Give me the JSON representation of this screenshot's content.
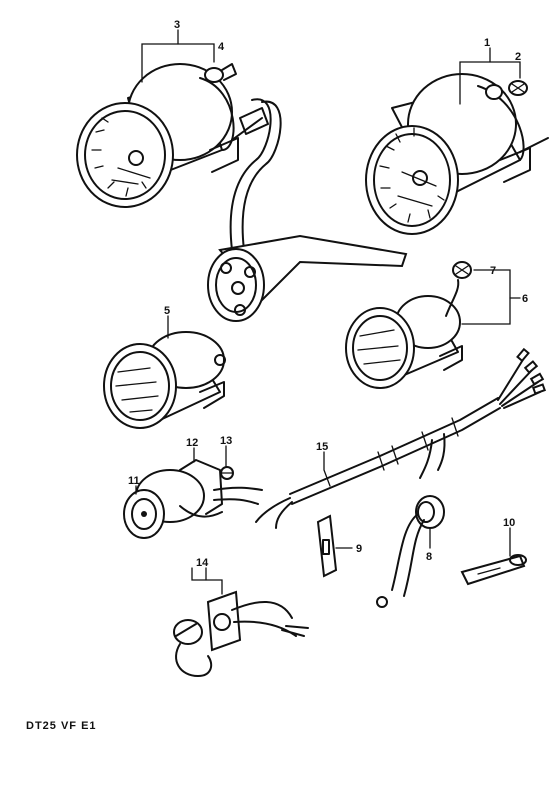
{
  "diagram": {
    "code": "DT25 VF E1",
    "callouts": [
      "1",
      "2",
      "3",
      "4",
      "5",
      "6",
      "7",
      "8",
      "9",
      "10",
      "11",
      "12",
      "13",
      "14",
      "15"
    ]
  }
}
